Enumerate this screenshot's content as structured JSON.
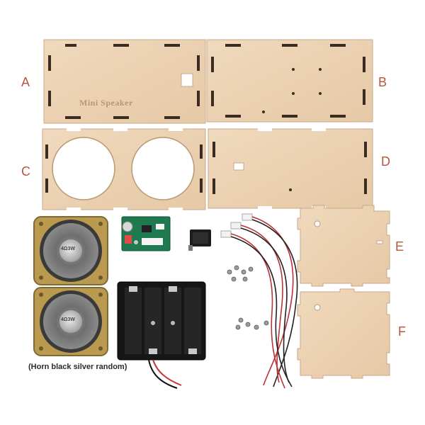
{
  "panel_labels": {
    "a": "A",
    "b": "B",
    "c": "C",
    "d": "D",
    "e": "E",
    "f": "F"
  },
  "engraving": "Mini Speaker",
  "speaker_marking": "4Ω3W",
  "caption": "(Horn black silver random)",
  "colors": {
    "wood": "#ecd2b3",
    "wood_edge": "#c9a98a",
    "label": "#b5573f",
    "pcb": "#1f7a4f"
  }
}
